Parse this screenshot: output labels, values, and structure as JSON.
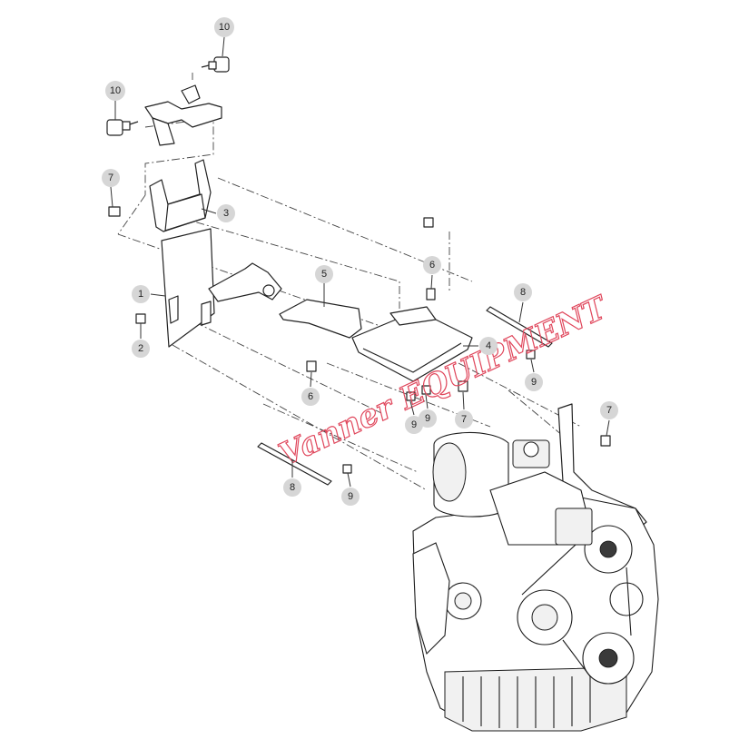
{
  "callouts": [
    {
      "id": "c1",
      "label": "1"
    },
    {
      "id": "c2",
      "label": "2"
    },
    {
      "id": "c3",
      "label": "3"
    },
    {
      "id": "c4",
      "label": "4"
    },
    {
      "id": "c5",
      "label": "5"
    },
    {
      "id": "c6a",
      "label": "6"
    },
    {
      "id": "c6b",
      "label": "6"
    },
    {
      "id": "c7a",
      "label": "7"
    },
    {
      "id": "c7b",
      "label": "7"
    },
    {
      "id": "c7c",
      "label": "7"
    },
    {
      "id": "c8a",
      "label": "8"
    },
    {
      "id": "c8b",
      "label": "8"
    },
    {
      "id": "c9a",
      "label": "9"
    },
    {
      "id": "c9b",
      "label": "9"
    },
    {
      "id": "c9c",
      "label": "9"
    },
    {
      "id": "c9d",
      "label": "9"
    },
    {
      "id": "c10a",
      "label": "10"
    },
    {
      "id": "c10b",
      "label": "10"
    }
  ],
  "watermark": {
    "text": "Vanner EQUIPMENT"
  },
  "colors": {
    "callout_fill": "#d6d6d6",
    "line": "#222222",
    "watermark": "#e0475c"
  }
}
